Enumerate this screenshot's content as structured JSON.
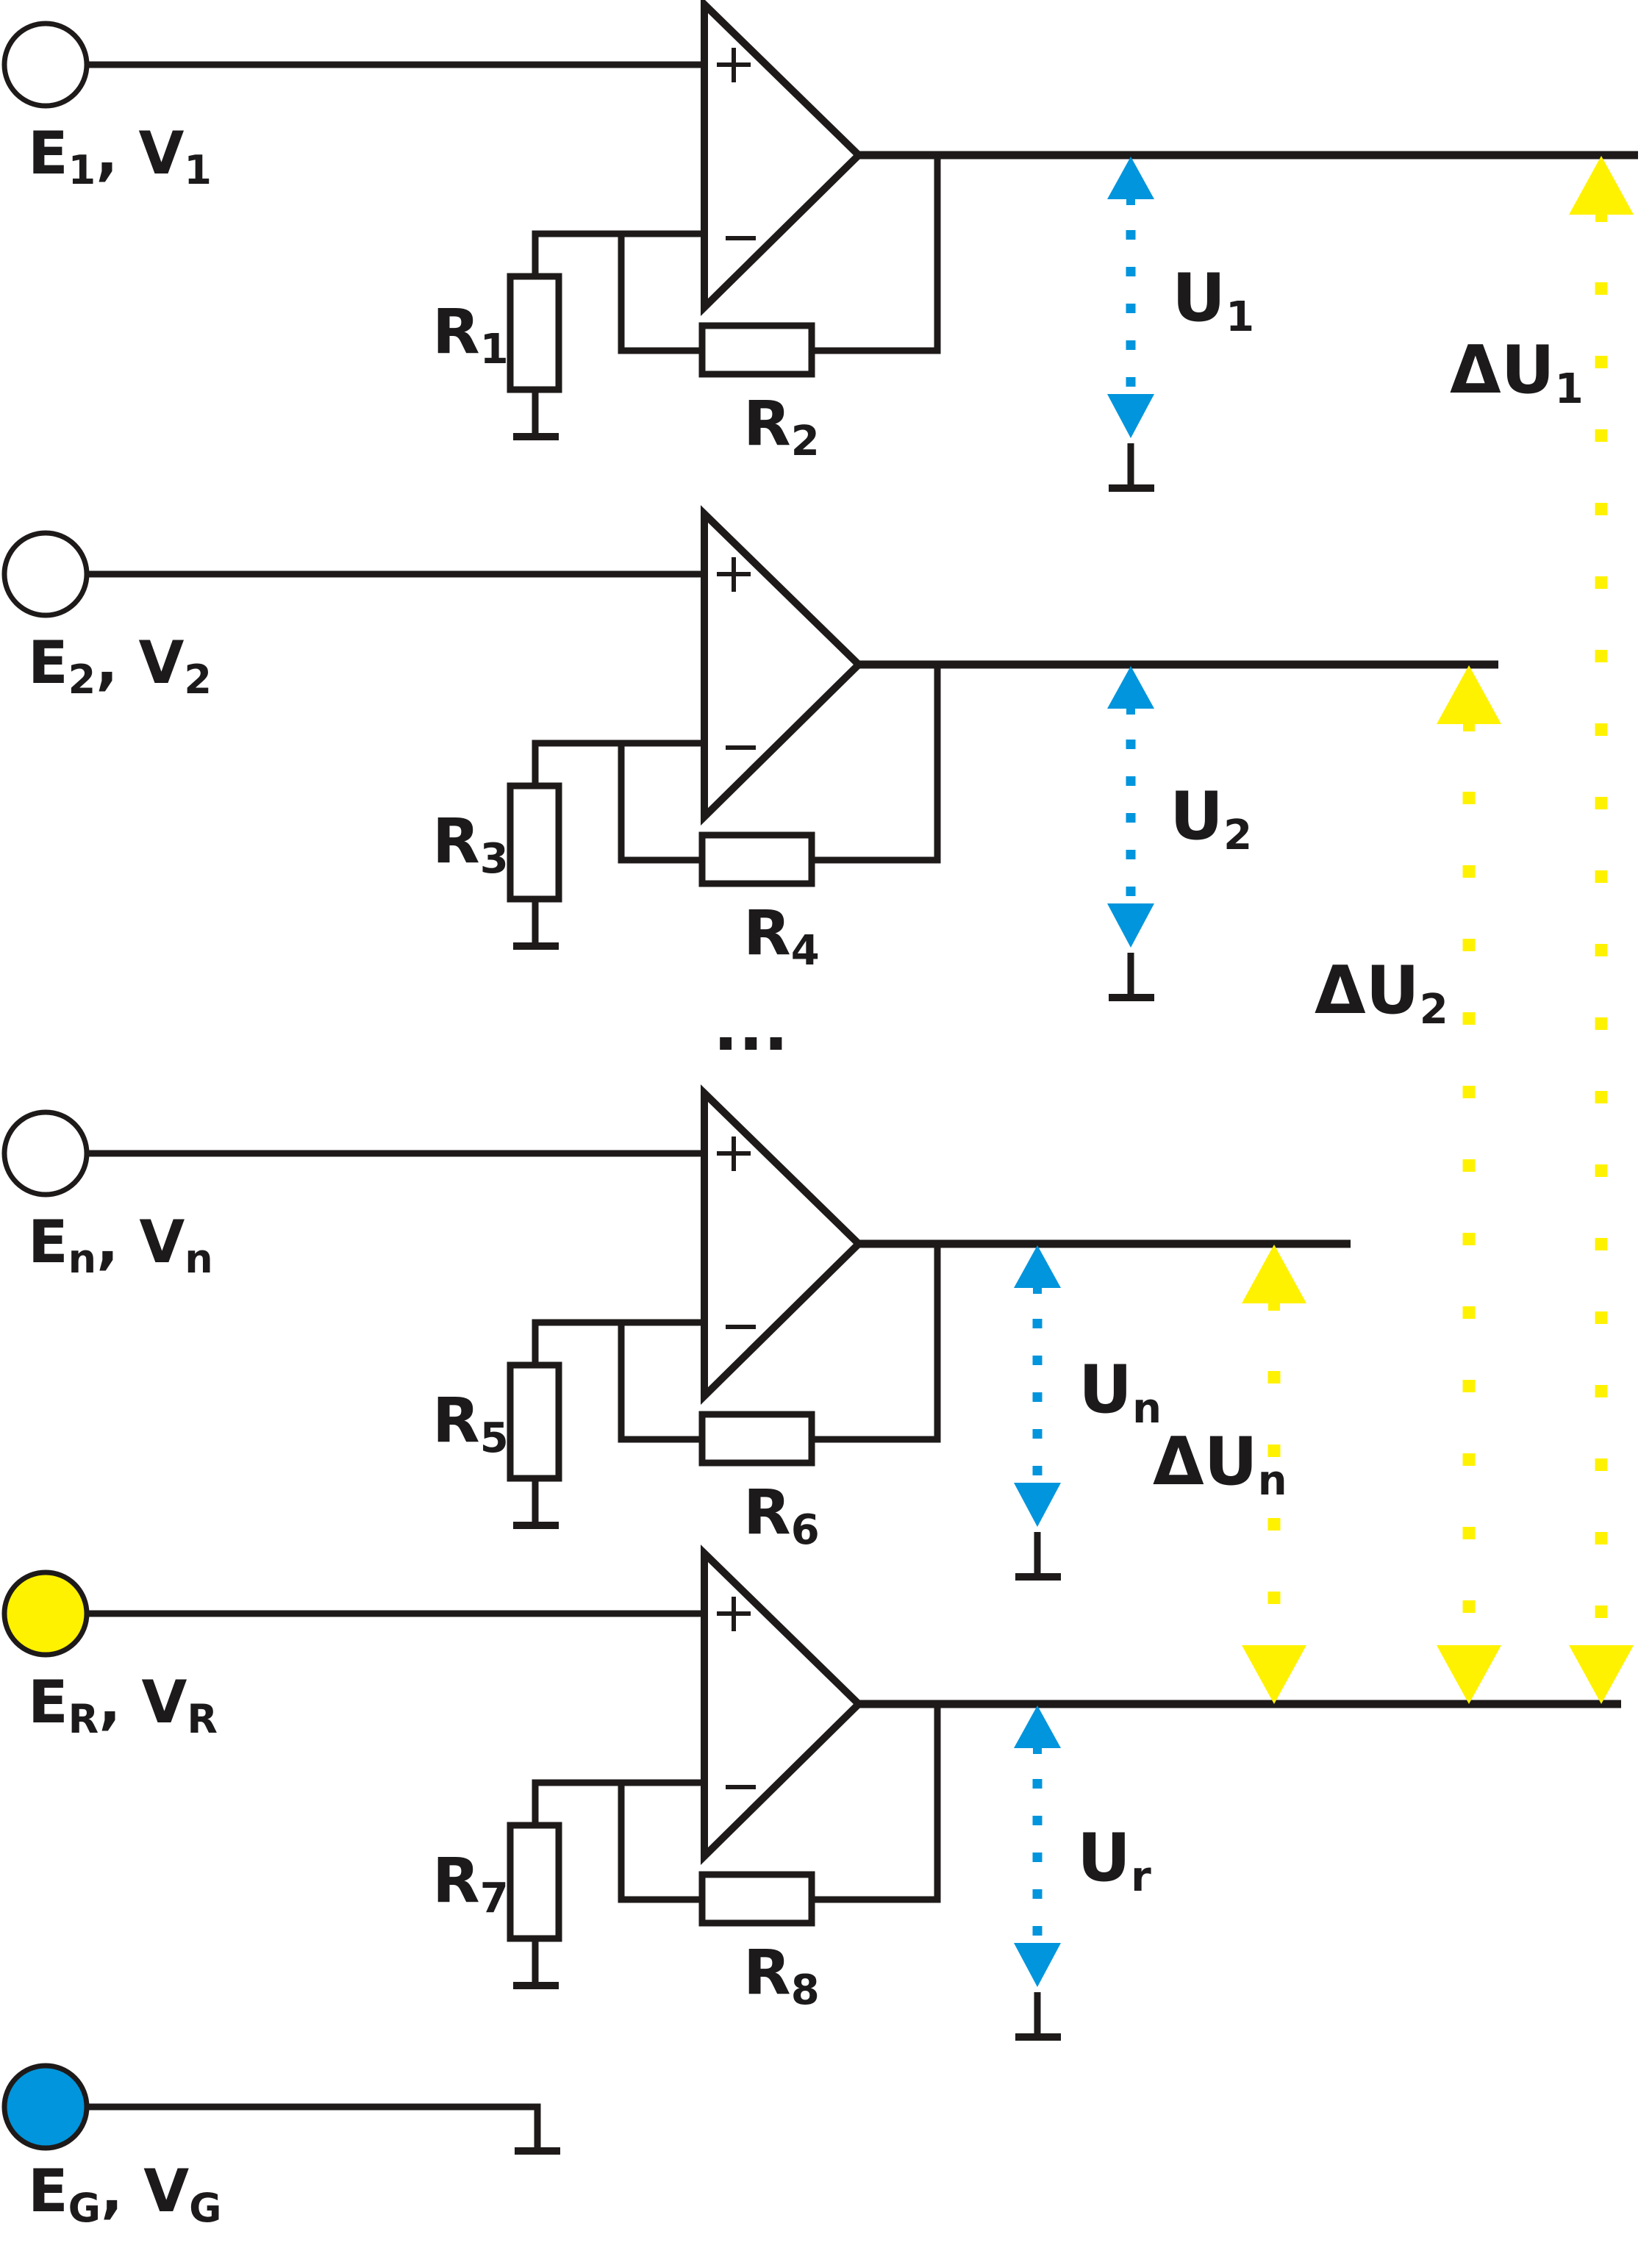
{
  "colors": {
    "wire": "#1e1a1a",
    "blue": "#0095dc",
    "yellow": "#fff200",
    "white": "#ffffff"
  },
  "stages": [
    {
      "id": "stage-1",
      "input": {
        "E": "E",
        "E_sub": "1",
        "V": "V",
        "V_sub": "1",
        "fill": "white"
      },
      "r_ground": {
        "letter": "R",
        "sub": "1"
      },
      "r_feedback": {
        "letter": "R",
        "sub": "2"
      },
      "u": {
        "letter": "U",
        "sub": "1"
      },
      "delta_u": {
        "prefix": "Δ",
        "letter": "U",
        "sub": "1"
      }
    },
    {
      "id": "stage-2",
      "input": {
        "E": "E",
        "E_sub": "2",
        "V": "V",
        "V_sub": "2",
        "fill": "white"
      },
      "r_ground": {
        "letter": "R",
        "sub": "3"
      },
      "r_feedback": {
        "letter": "R",
        "sub": "4"
      },
      "u": {
        "letter": "U",
        "sub": "2"
      },
      "delta_u": {
        "prefix": "Δ",
        "letter": "U",
        "sub": "2"
      }
    },
    {
      "id": "stage-n",
      "input": {
        "E": "E",
        "E_sub": "n",
        "V": "V",
        "V_sub": "n",
        "fill": "white"
      },
      "r_ground": {
        "letter": "R",
        "sub": "5"
      },
      "r_feedback": {
        "letter": "R",
        "sub": "6"
      },
      "u": {
        "letter": "U",
        "sub": "n"
      },
      "delta_u": {
        "prefix": "Δ",
        "letter": "U",
        "sub": "n"
      }
    },
    {
      "id": "stage-ref",
      "input": {
        "E": "E",
        "E_sub": "R",
        "V": "V",
        "V_sub": "R",
        "fill": "yellow"
      },
      "r_ground": {
        "letter": "R",
        "sub": "7"
      },
      "r_feedback": {
        "letter": "R",
        "sub": "8"
      },
      "u": {
        "letter": "U",
        "sub": "r"
      },
      "delta_u": null
    }
  ],
  "ground_electrode": {
    "E": "E",
    "E_sub": "G",
    "V": "V",
    "V_sub": "G",
    "fill": "blue"
  },
  "ellipsis": "...",
  "opamp_signs": {
    "plus": "+",
    "minus": "−"
  }
}
